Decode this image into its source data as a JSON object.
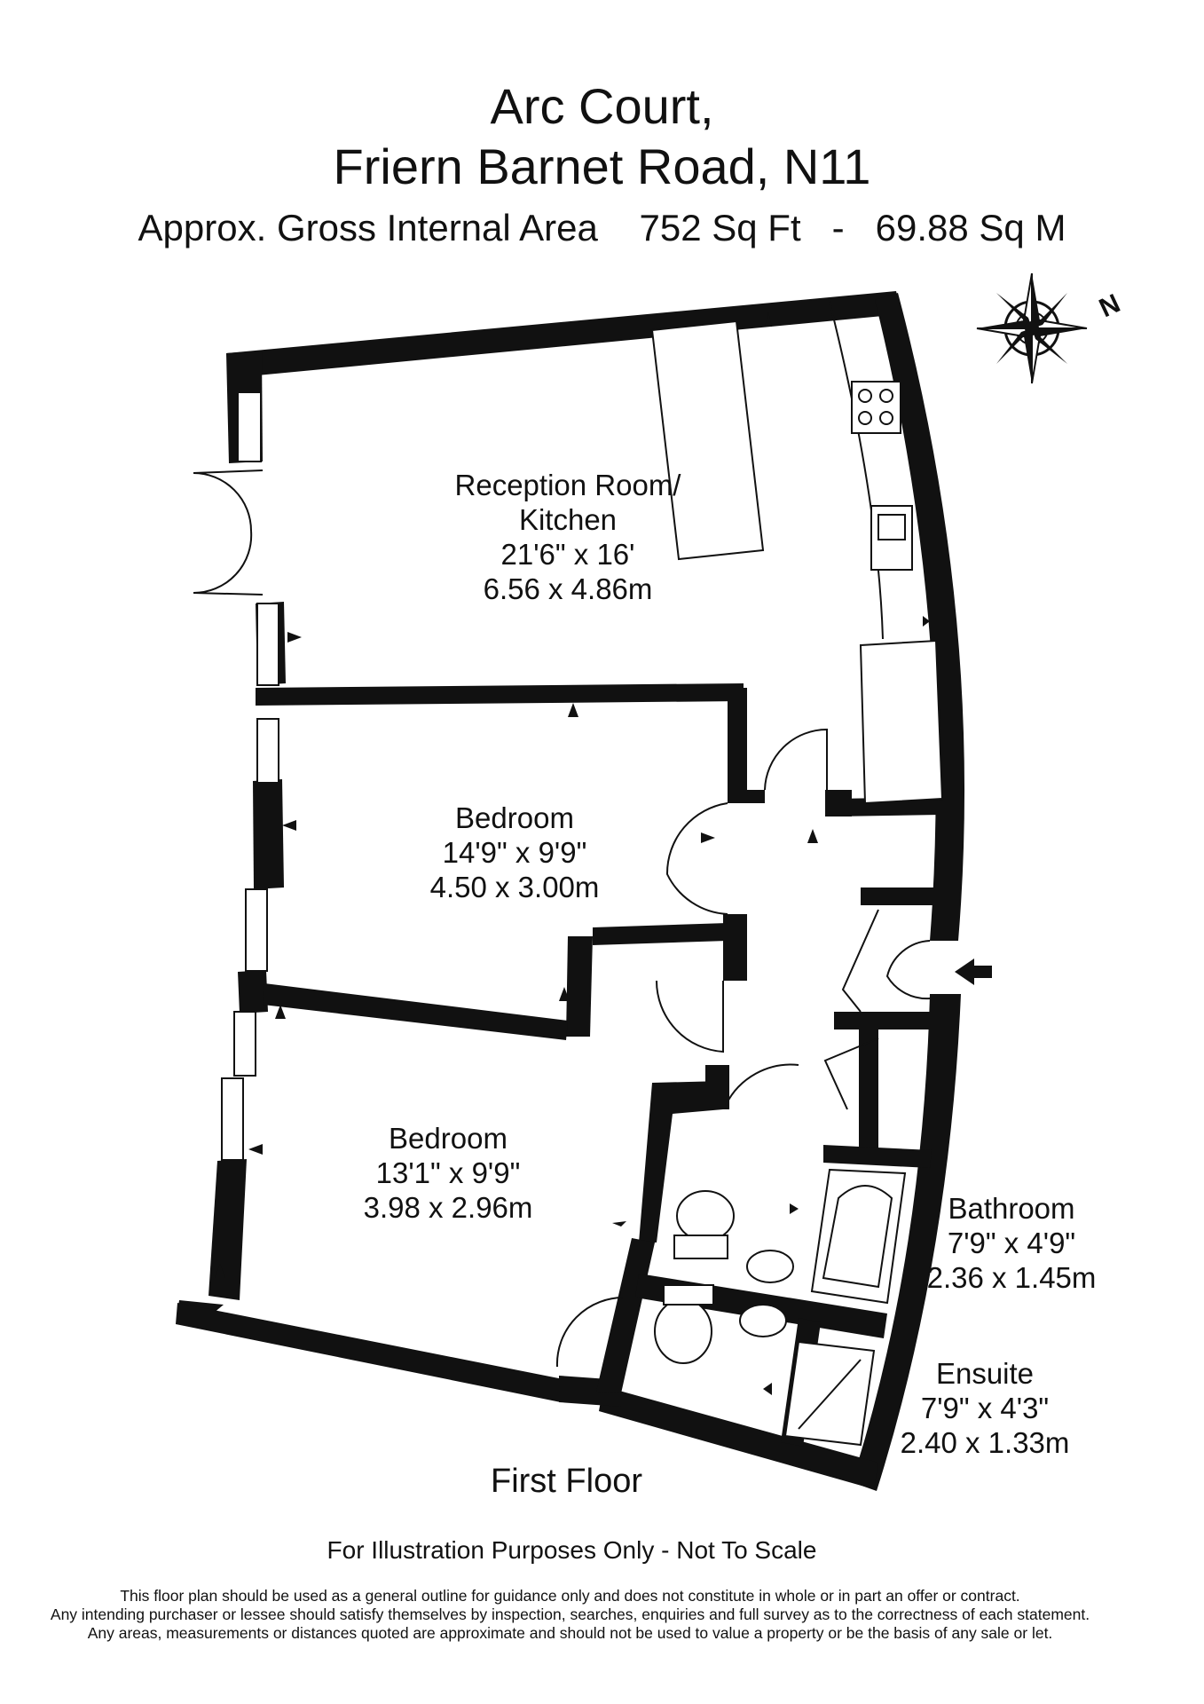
{
  "header": {
    "title_line1": "Arc Court,",
    "title_line2": "Friern Barnet Road, N11",
    "area_label": "Approx. Gross Internal Area",
    "area_sqft": "752 Sq Ft",
    "area_sep": "-",
    "area_sqm": "69.88 Sq M"
  },
  "compass": {
    "north_letter": "N"
  },
  "rooms": {
    "reception": {
      "name_line1": "Reception Room/",
      "name_line2": "Kitchen",
      "imperial": "21'6\" x 16'",
      "metric": "6.56 x 4.86m"
    },
    "bedroom1": {
      "name": "Bedroom",
      "imperial": "14'9\" x 9'9\"",
      "metric": "4.50 x 3.00m"
    },
    "bedroom2": {
      "name": "Bedroom",
      "imperial": "13'1\" x 9'9\"",
      "metric": "3.98 x 2.96m"
    },
    "bathroom": {
      "name": "Bathroom",
      "imperial": "7'9\" x 4'9\"",
      "metric": "2.36 x 1.45m"
    },
    "ensuite": {
      "name": "Ensuite",
      "imperial": "7'9\" x 4'3\"",
      "metric": "2.40 x 1.33m"
    }
  },
  "floor_label": "First Floor",
  "illustration_note": "For Illustration Purposes Only - Not To Scale",
  "disclaimer": [
    "This floor plan should be used as a general outline for guidance only and does not constitute in whole or in part an offer or contract.",
    "Any intending purchaser or lessee should satisfy themselves by inspection, searches, enquiries and full survey as to the correctness of each statement.",
    "Any areas, measurements or distances quoted are approximate and should not be used to value a property or be the basis of any sale or let."
  ]
}
